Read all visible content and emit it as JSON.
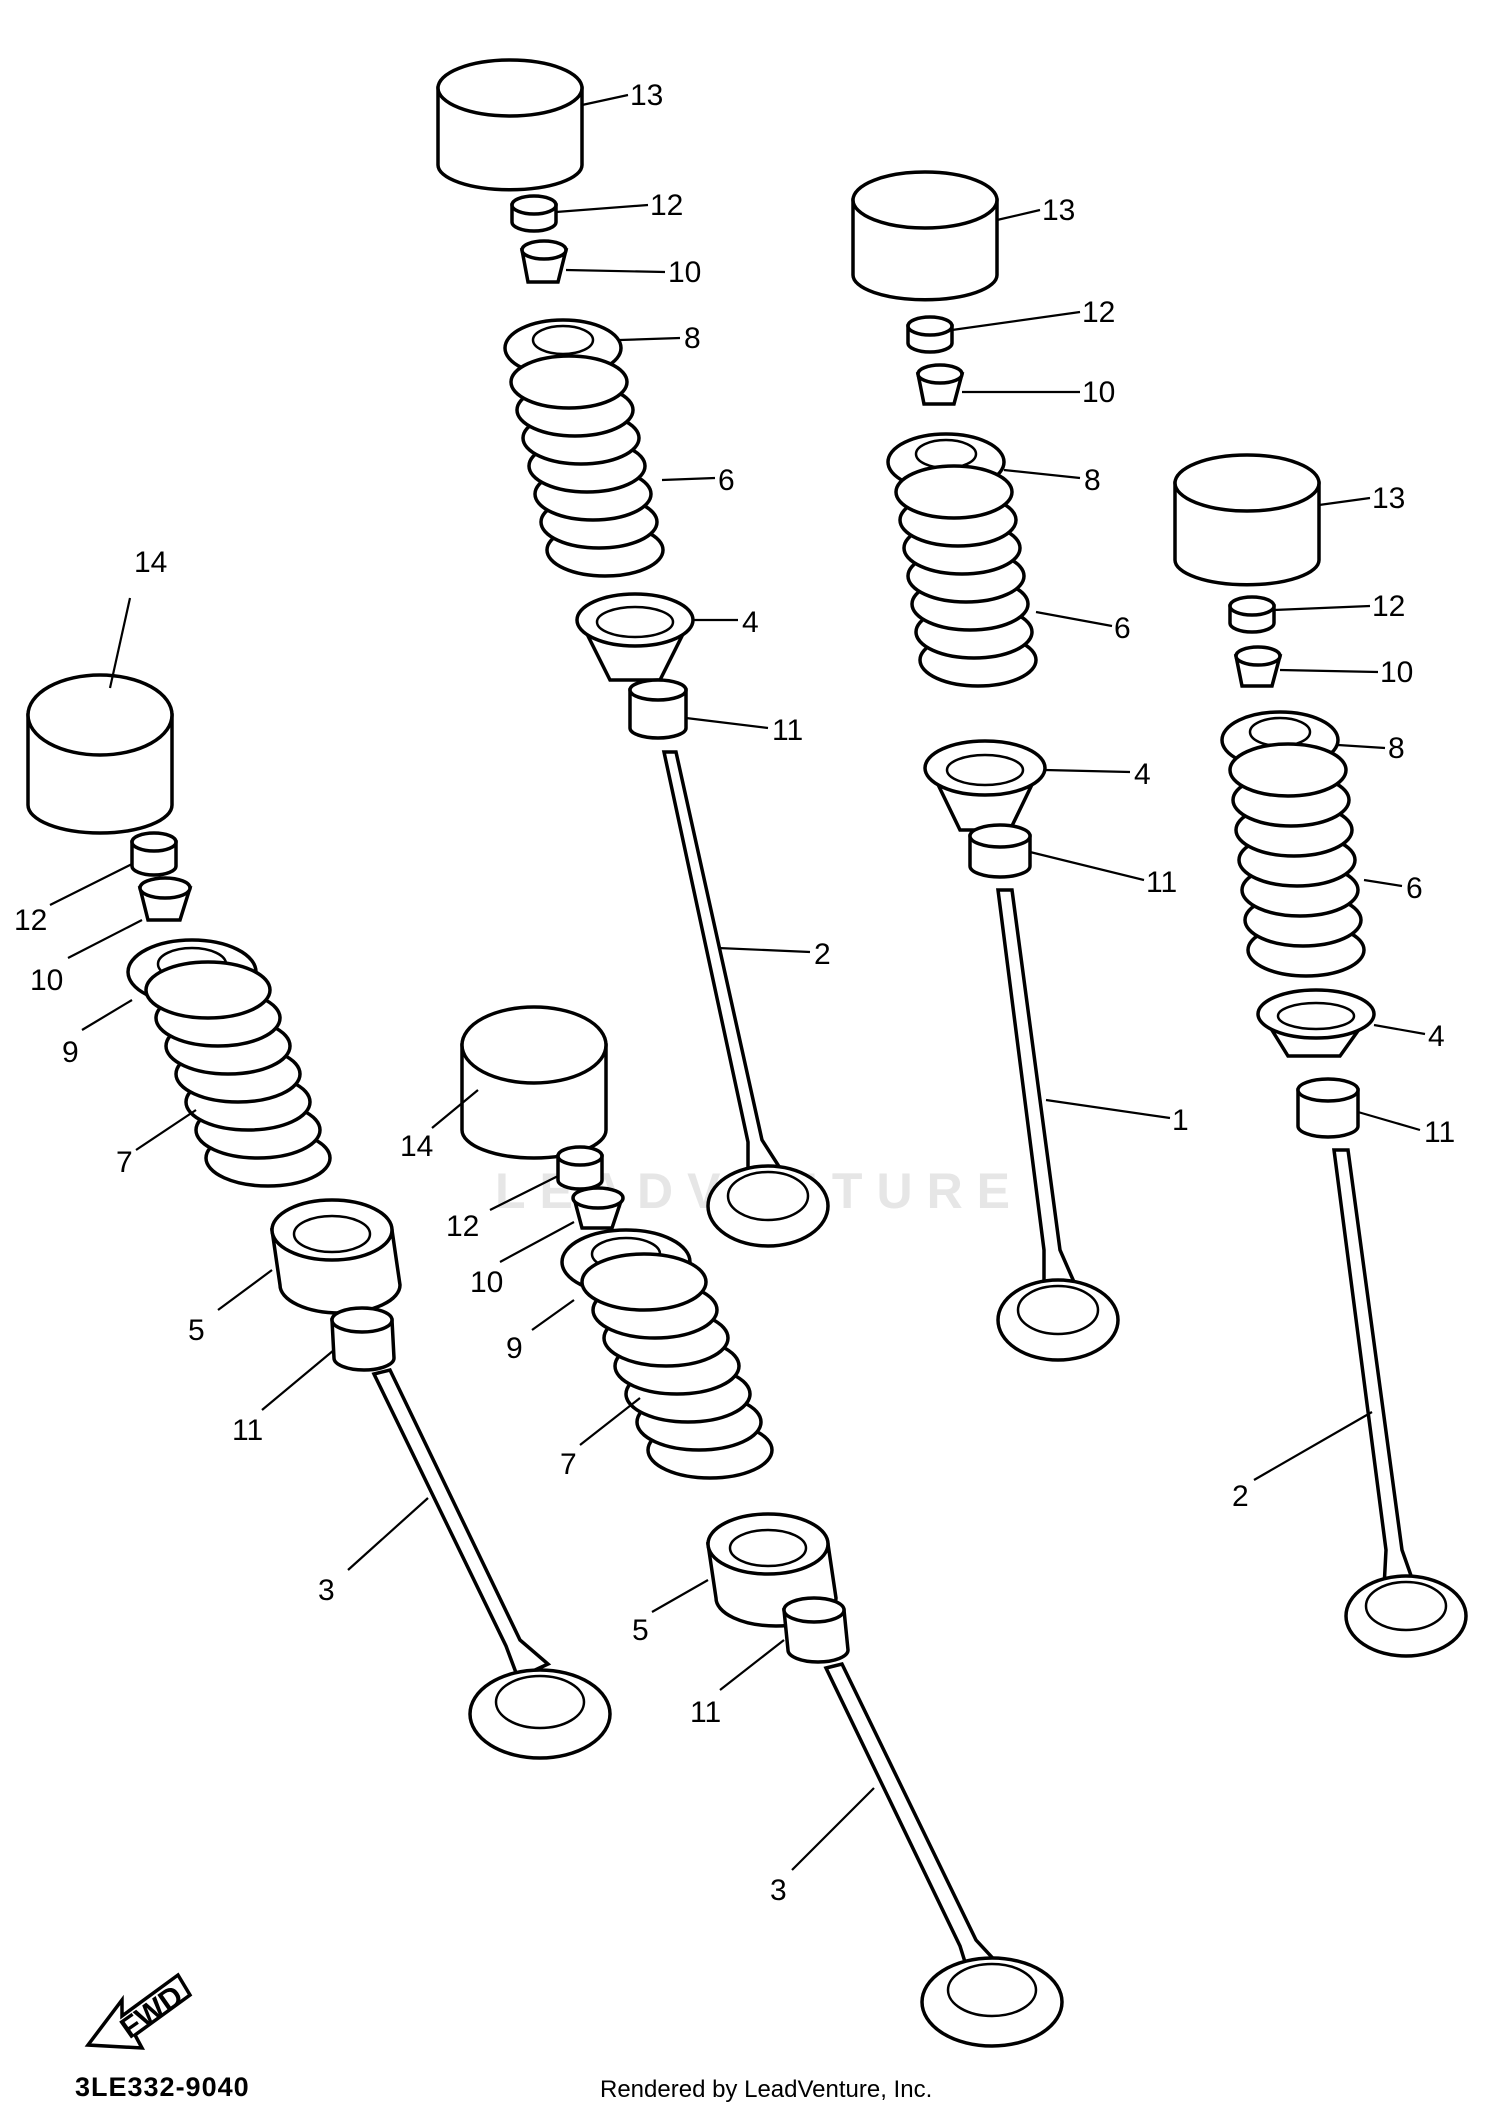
{
  "diagram": {
    "code": "3LE332-9040",
    "credit": "Rendered by LeadVenture, Inc.",
    "watermark": "LEADVENTURE",
    "fwd_label": "FWD"
  },
  "callouts": [
    {
      "id": "a13",
      "text": "13"
    },
    {
      "id": "a12",
      "text": "12"
    },
    {
      "id": "a10",
      "text": "10"
    },
    {
      "id": "a8",
      "text": "8"
    },
    {
      "id": "a6",
      "text": "6"
    },
    {
      "id": "a4",
      "text": "4"
    },
    {
      "id": "a11",
      "text": "11"
    },
    {
      "id": "a2",
      "text": "2"
    },
    {
      "id": "b13",
      "text": "13"
    },
    {
      "id": "b12",
      "text": "12"
    },
    {
      "id": "b10",
      "text": "10"
    },
    {
      "id": "b8",
      "text": "8"
    },
    {
      "id": "b6",
      "text": "6"
    },
    {
      "id": "b4",
      "text": "4"
    },
    {
      "id": "b11",
      "text": "11"
    },
    {
      "id": "b1",
      "text": "1"
    },
    {
      "id": "c13",
      "text": "13"
    },
    {
      "id": "c12",
      "text": "12"
    },
    {
      "id": "c10",
      "text": "10"
    },
    {
      "id": "c8",
      "text": "8"
    },
    {
      "id": "c6",
      "text": "6"
    },
    {
      "id": "c4",
      "text": "4"
    },
    {
      "id": "c11",
      "text": "11"
    },
    {
      "id": "c2",
      "text": "2"
    },
    {
      "id": "d14",
      "text": "14"
    },
    {
      "id": "d12",
      "text": "12"
    },
    {
      "id": "d10",
      "text": "10"
    },
    {
      "id": "d9",
      "text": "9"
    },
    {
      "id": "d7",
      "text": "7"
    },
    {
      "id": "d5",
      "text": "5"
    },
    {
      "id": "d11",
      "text": "11"
    },
    {
      "id": "d3",
      "text": "3"
    },
    {
      "id": "e14",
      "text": "14"
    },
    {
      "id": "e12",
      "text": "12"
    },
    {
      "id": "e10",
      "text": "10"
    },
    {
      "id": "e9",
      "text": "9"
    },
    {
      "id": "e7",
      "text": "7"
    },
    {
      "id": "e5",
      "text": "5"
    },
    {
      "id": "e11",
      "text": "11"
    },
    {
      "id": "e3",
      "text": "3"
    }
  ]
}
